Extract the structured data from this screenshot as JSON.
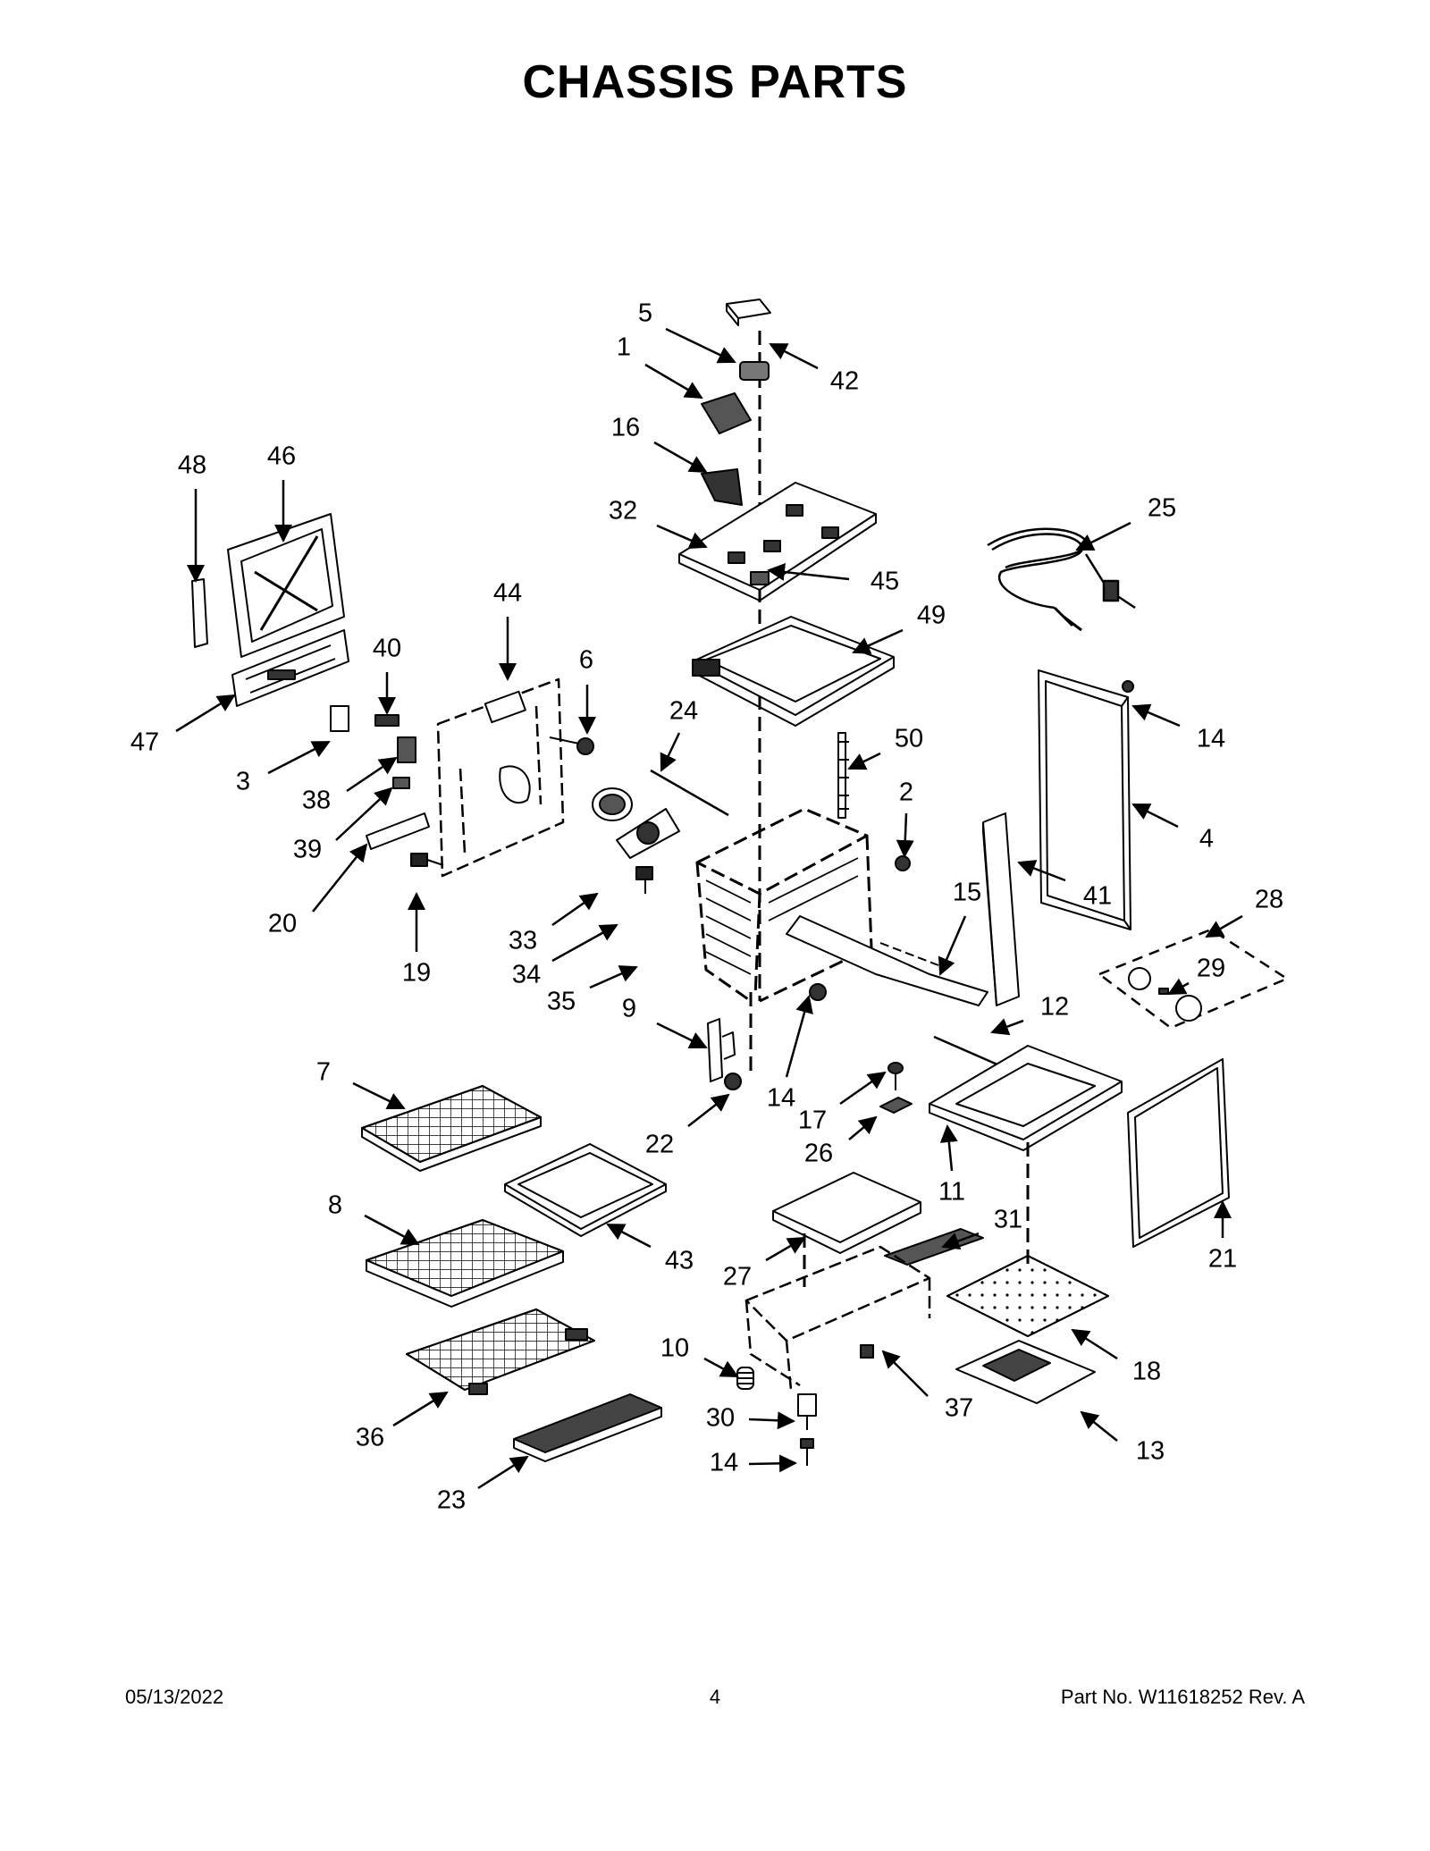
{
  "page": {
    "title": "CHASSIS PARTS",
    "footer": {
      "date": "05/13/2022",
      "page_number": "4",
      "part_number": "Part No.  W11618252  Rev.  A"
    }
  },
  "colors": {
    "ink": "#000000",
    "paper": "#ffffff",
    "shade": "#444444"
  },
  "callouts": [
    {
      "id": "c5",
      "label": "5"
    },
    {
      "id": "c1",
      "label": "1"
    },
    {
      "id": "c42",
      "label": "42"
    },
    {
      "id": "c16",
      "label": "16"
    },
    {
      "id": "c32",
      "label": "32"
    },
    {
      "id": "c45",
      "label": "45"
    },
    {
      "id": "c25",
      "label": "25"
    },
    {
      "id": "c49",
      "label": "49"
    },
    {
      "id": "c48",
      "label": "48"
    },
    {
      "id": "c46",
      "label": "46"
    },
    {
      "id": "c44",
      "label": "44"
    },
    {
      "id": "c40",
      "label": "40"
    },
    {
      "id": "c6",
      "label": "6"
    },
    {
      "id": "c47",
      "label": "47"
    },
    {
      "id": "c3",
      "label": "3"
    },
    {
      "id": "c38",
      "label": "38"
    },
    {
      "id": "c39",
      "label": "39"
    },
    {
      "id": "c20",
      "label": "20"
    },
    {
      "id": "c19",
      "label": "19"
    },
    {
      "id": "c33",
      "label": "33"
    },
    {
      "id": "c34",
      "label": "34"
    },
    {
      "id": "c35",
      "label": "35"
    },
    {
      "id": "c24",
      "label": "24"
    },
    {
      "id": "c50",
      "label": "50"
    },
    {
      "id": "c2",
      "label": "2"
    },
    {
      "id": "c14a",
      "label": "14"
    },
    {
      "id": "c4",
      "label": "4"
    },
    {
      "id": "c41",
      "label": "41"
    },
    {
      "id": "c15",
      "label": "15"
    },
    {
      "id": "c28",
      "label": "28"
    },
    {
      "id": "c29",
      "label": "29"
    },
    {
      "id": "c9",
      "label": "9"
    },
    {
      "id": "c12",
      "label": "12"
    },
    {
      "id": "c14b",
      "label": "14"
    },
    {
      "id": "c7",
      "label": "7"
    },
    {
      "id": "c22",
      "label": "22"
    },
    {
      "id": "c17",
      "label": "17"
    },
    {
      "id": "c26",
      "label": "26"
    },
    {
      "id": "c11",
      "label": "11"
    },
    {
      "id": "c21",
      "label": "21"
    },
    {
      "id": "c8",
      "label": "8"
    },
    {
      "id": "c43",
      "label": "43"
    },
    {
      "id": "c27",
      "label": "27"
    },
    {
      "id": "c31",
      "label": "31"
    },
    {
      "id": "c18",
      "label": "18"
    },
    {
      "id": "c10",
      "label": "10"
    },
    {
      "id": "c37",
      "label": "37"
    },
    {
      "id": "c30",
      "label": "30"
    },
    {
      "id": "c13",
      "label": "13"
    },
    {
      "id": "c14c",
      "label": "14"
    },
    {
      "id": "c36",
      "label": "36"
    },
    {
      "id": "c23",
      "label": "23"
    }
  ]
}
